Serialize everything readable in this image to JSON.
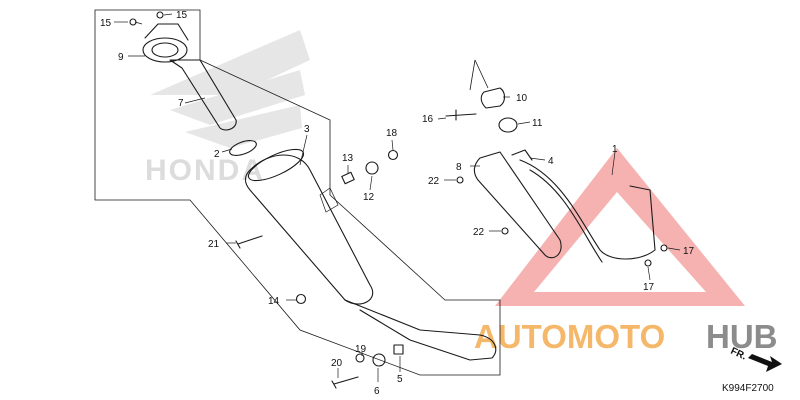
{
  "watermark": {
    "brand_prefix": "AUTOMOTO",
    "brand_suffix": "HUB",
    "background_logo": "HONDA",
    "colors": {
      "triangle": "#f08c8c",
      "prefix": "#f5b86a",
      "suffix": "#8c8c8c",
      "honda": "#d8d8d8"
    }
  },
  "figure_code": "K994F2700",
  "direction_label": "FR.",
  "part_labels": {
    "p1": "1",
    "p2": "2",
    "p3": "3",
    "p4": "4",
    "p5": "5",
    "p6": "6",
    "p7": "7",
    "p8": "8",
    "p9": "9",
    "p10": "10",
    "p11": "11",
    "p12": "12",
    "p13": "13",
    "p14": "14",
    "p15a": "15",
    "p15b": "15",
    "p16": "16",
    "p17a": "17",
    "p17b": "17",
    "p18": "18",
    "p19": "19",
    "p20": "20",
    "p21": "21",
    "p22a": "22",
    "p22b": "22"
  }
}
